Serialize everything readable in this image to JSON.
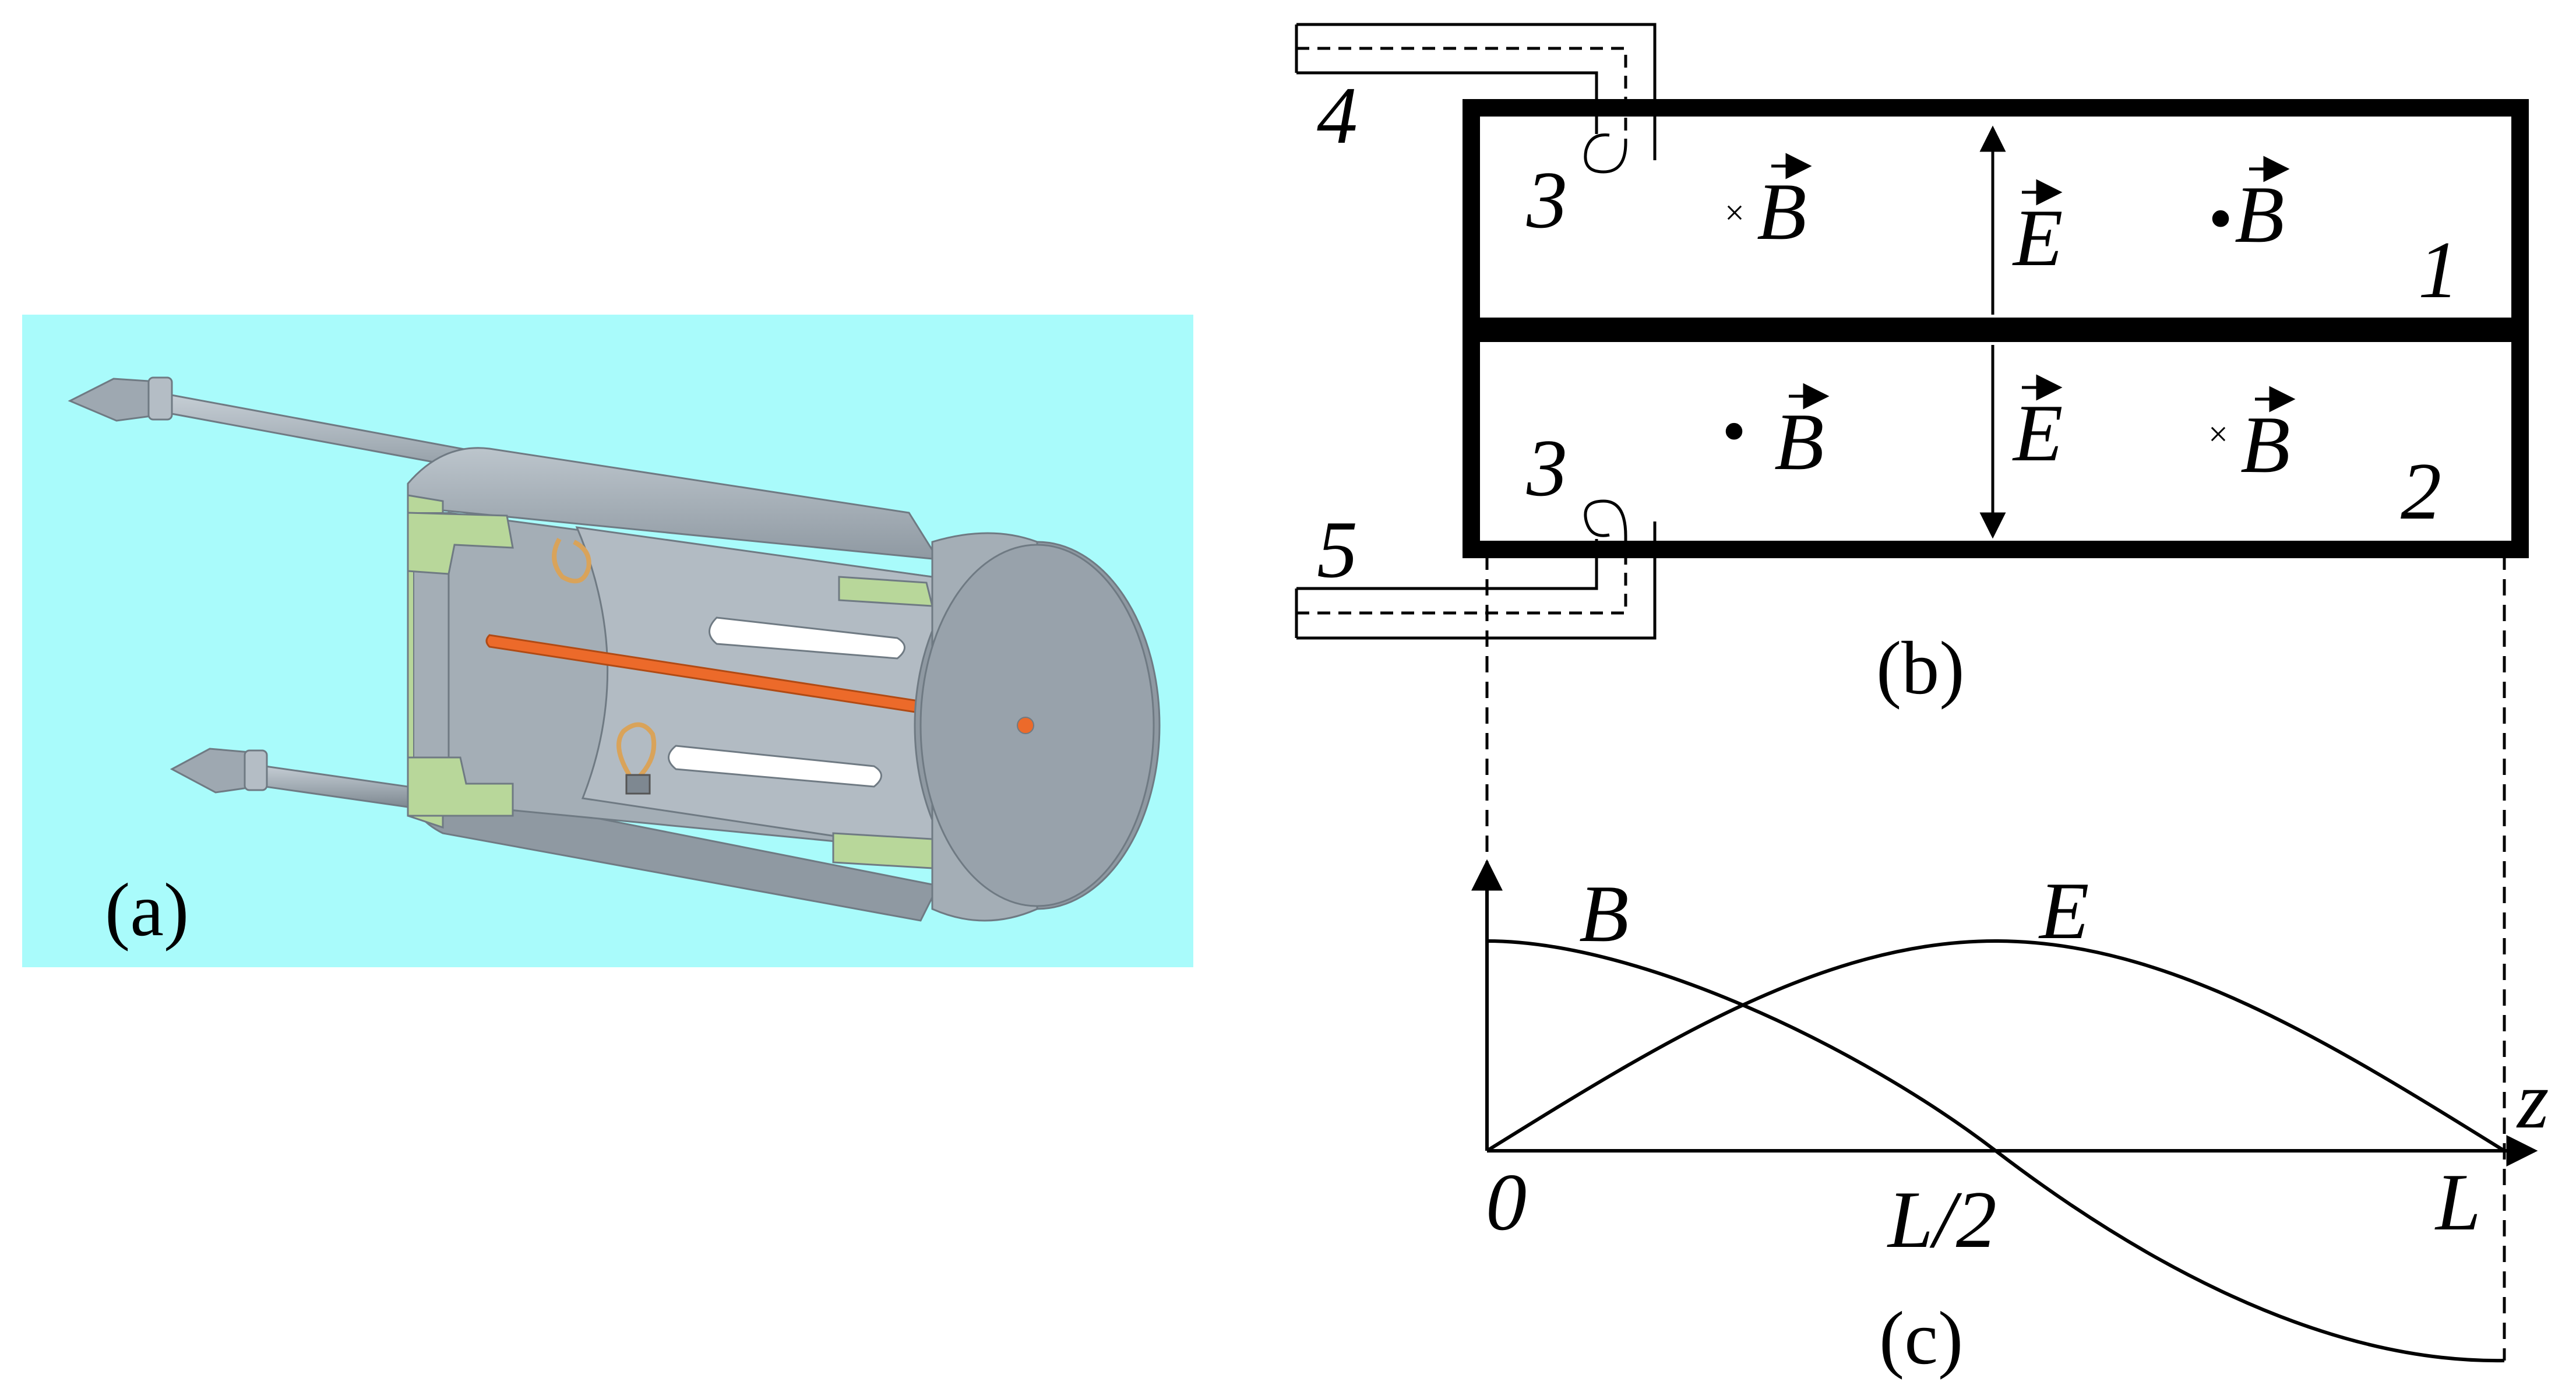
{
  "panels": {
    "a": {
      "label": "(a)"
    },
    "b": {
      "label": "(b)",
      "numbers": {
        "n1": "1",
        "n2": "2",
        "n3_top": "3",
        "n3_bottom": "3",
        "n4": "4",
        "n5": "5"
      },
      "field_labels": {
        "b_top_left": "B",
        "b_top_right": "B",
        "b_bottom_left": "B",
        "b_bottom_right": "B",
        "e_top": "E",
        "e_bottom": "E"
      },
      "symbols": {
        "cross": "×",
        "dot": "•"
      }
    },
    "c": {
      "label": "(c)",
      "curve_labels": {
        "b": "B",
        "e": "E"
      },
      "axis": {
        "z": "z",
        "origin": "0",
        "half": "L/2",
        "end": "L"
      }
    }
  },
  "colors": {
    "background_a": "#a9fbfb",
    "metal": "#a4aeb6",
    "metal_dark": "#8a959e",
    "rod": "#ec6a2a",
    "insulator": "#b8d79a",
    "loop": "#d9a35a",
    "ink": "#000000"
  }
}
